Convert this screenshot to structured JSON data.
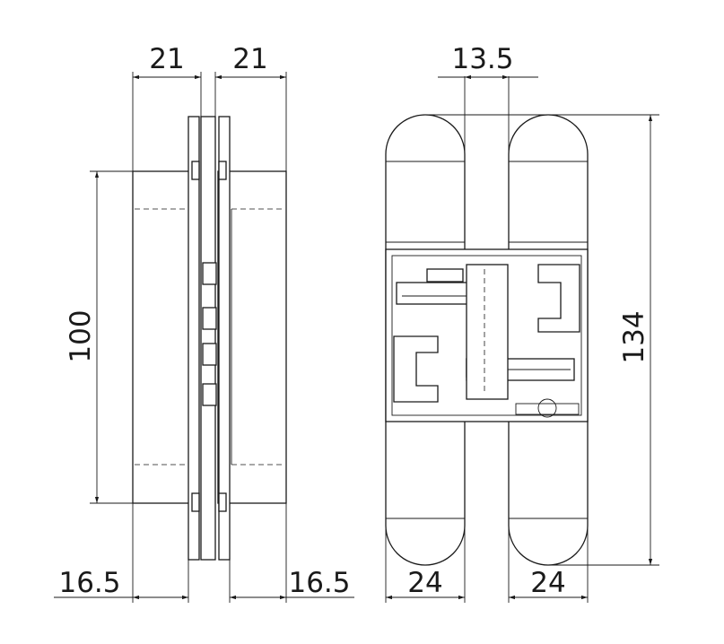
{
  "dimensions": {
    "body_width_left": "21",
    "body_width_right": "21",
    "gap_between_bodies": "13.5",
    "mounting_depth_left": "16.5",
    "mounting_depth_right": "16.5",
    "side_view_height": "100",
    "front_view_height": "134",
    "front_width_left": "24",
    "front_width_right": "24"
  }
}
